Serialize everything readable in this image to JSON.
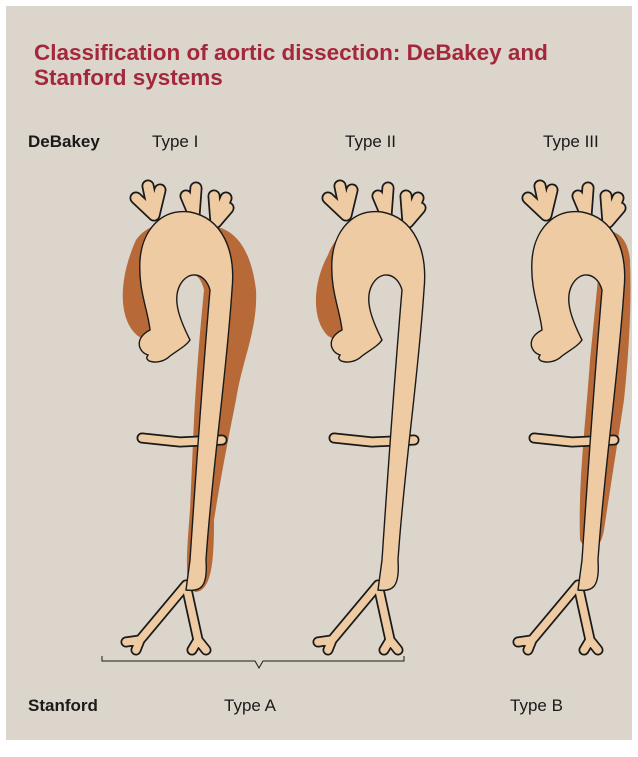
{
  "title": "Classification of aortic dissection: DeBakey and Stanford systems",
  "debakey": {
    "label": "DeBakey",
    "types": [
      "Type I",
      "Type II",
      "Type III"
    ]
  },
  "stanford": {
    "label": "Stanford",
    "types": [
      "Type A",
      "Type B"
    ]
  },
  "colors": {
    "background": "#dcd5cc",
    "title": "#a3283b",
    "aorta": "#eecba3",
    "dissection": "#b76938",
    "outline": "#1a1a1a"
  }
}
